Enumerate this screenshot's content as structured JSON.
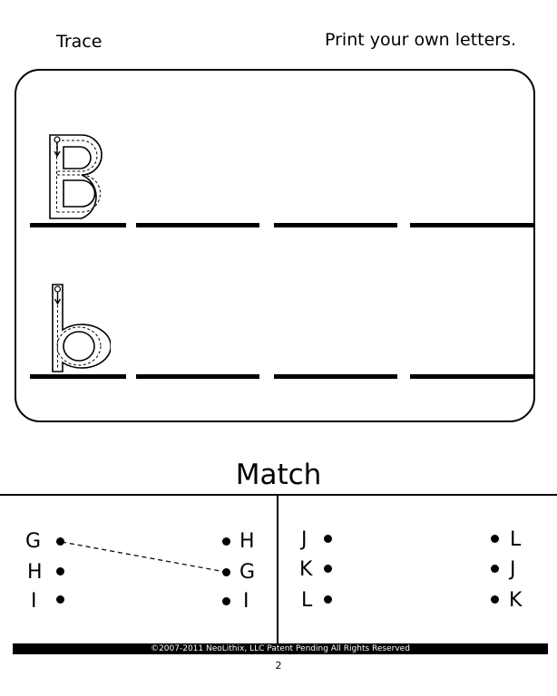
{
  "header": {
    "trace_label": "Trace",
    "print_label": "Print your own letters."
  },
  "tracing_rows": [
    {
      "letter": "B",
      "case": "uppercase",
      "blank_lines": 3
    },
    {
      "letter": "b",
      "case": "lowercase",
      "blank_lines": 3
    }
  ],
  "match": {
    "title": "Match",
    "left_panel": {
      "left_letters": [
        "G",
        "H",
        "I"
      ],
      "right_letters": [
        "H",
        "G",
        "I"
      ],
      "example_connection": {
        "from": "G",
        "to": "G",
        "style": "dashed"
      }
    },
    "right_panel": {
      "left_letters": [
        "J",
        "K",
        "L"
      ],
      "right_letters": [
        "L",
        "J",
        "K"
      ]
    }
  },
  "footer": {
    "copyright": "©2007-2011  NeoLithix, LLC  Patent Pending  All Rights Reserved",
    "page_number": "2"
  }
}
